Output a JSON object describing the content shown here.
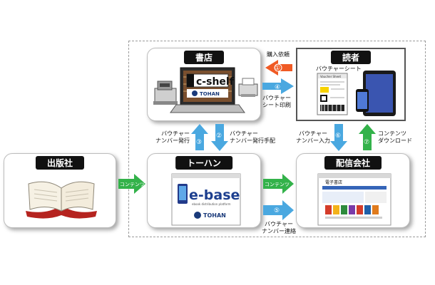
{
  "nodes": {
    "publisher": {
      "title": "出版社"
    },
    "bookstore": {
      "title": "書店"
    },
    "reader": {
      "title": "読者"
    },
    "tohan": {
      "title": "トーハン"
    },
    "distributor": {
      "title": "配信会社"
    }
  },
  "images": {
    "cshelf": "c-shelf",
    "tohan_logo": "TOHAN",
    "ebase_brand": "e-base",
    "ebase_sub": "ebook distribution platform",
    "tohan_logo2": "TOHAN",
    "voucher_sheet_label": "バウチャーシート",
    "voucher_sheet_header": "Voucher Sheet",
    "site_header": "電子書店"
  },
  "steps": [
    {
      "num": "①",
      "text": "購入依頼"
    },
    {
      "num": "②",
      "text": "バウチャー\nナンバー発行手配"
    },
    {
      "num": "③",
      "text": "バウチャー\nナンバー発行"
    },
    {
      "num": "④",
      "text": "バウチャー\nシート印刷"
    },
    {
      "num": "⑤",
      "text": "バウチャー\nナンバー連絡"
    },
    {
      "num": "⑥",
      "text": "バウチャー\nナンバー入力"
    },
    {
      "num": "⑦",
      "text": "コンテンツ\nダウンロード"
    }
  ],
  "flows": {
    "publisher_to_tohan": "コンテンツ",
    "tohan_to_distributor": "コンテンツ"
  },
  "colors": {
    "green": "#33b24a",
    "blue": "#4aa8e0",
    "orange": "#f05a24",
    "header_bg": "#111111"
  }
}
